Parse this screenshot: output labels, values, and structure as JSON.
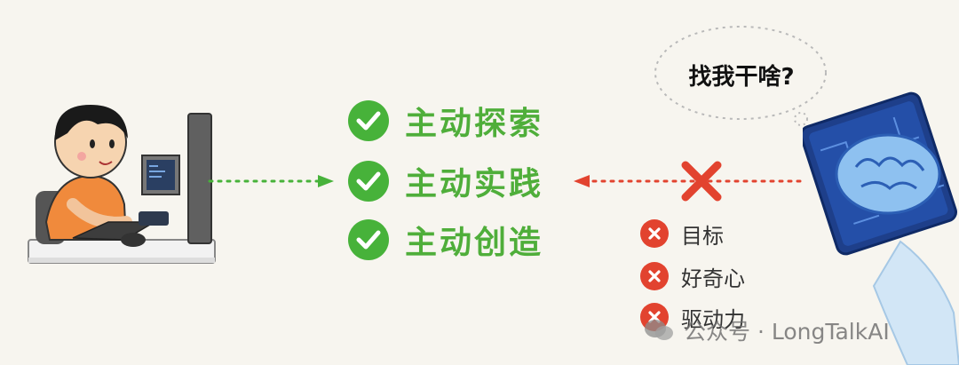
{
  "checks": [
    {
      "label": "主动探索"
    },
    {
      "label": "主动实践"
    },
    {
      "label": "主动创造"
    }
  ],
  "bubble": {
    "text": "找我干啥?"
  },
  "missing": [
    {
      "label": "目标"
    },
    {
      "label": "好奇心"
    },
    {
      "label": "驱动力"
    }
  ],
  "watermark": {
    "text": "公众号 · LongTalkAI"
  },
  "colors": {
    "check_green": "#47b23a",
    "text_green": "#4fae3a",
    "x_red": "#e2432f",
    "arrow_red": "#e2432f",
    "arrow_green": "#47b23a",
    "background": "#f7f5ef"
  }
}
